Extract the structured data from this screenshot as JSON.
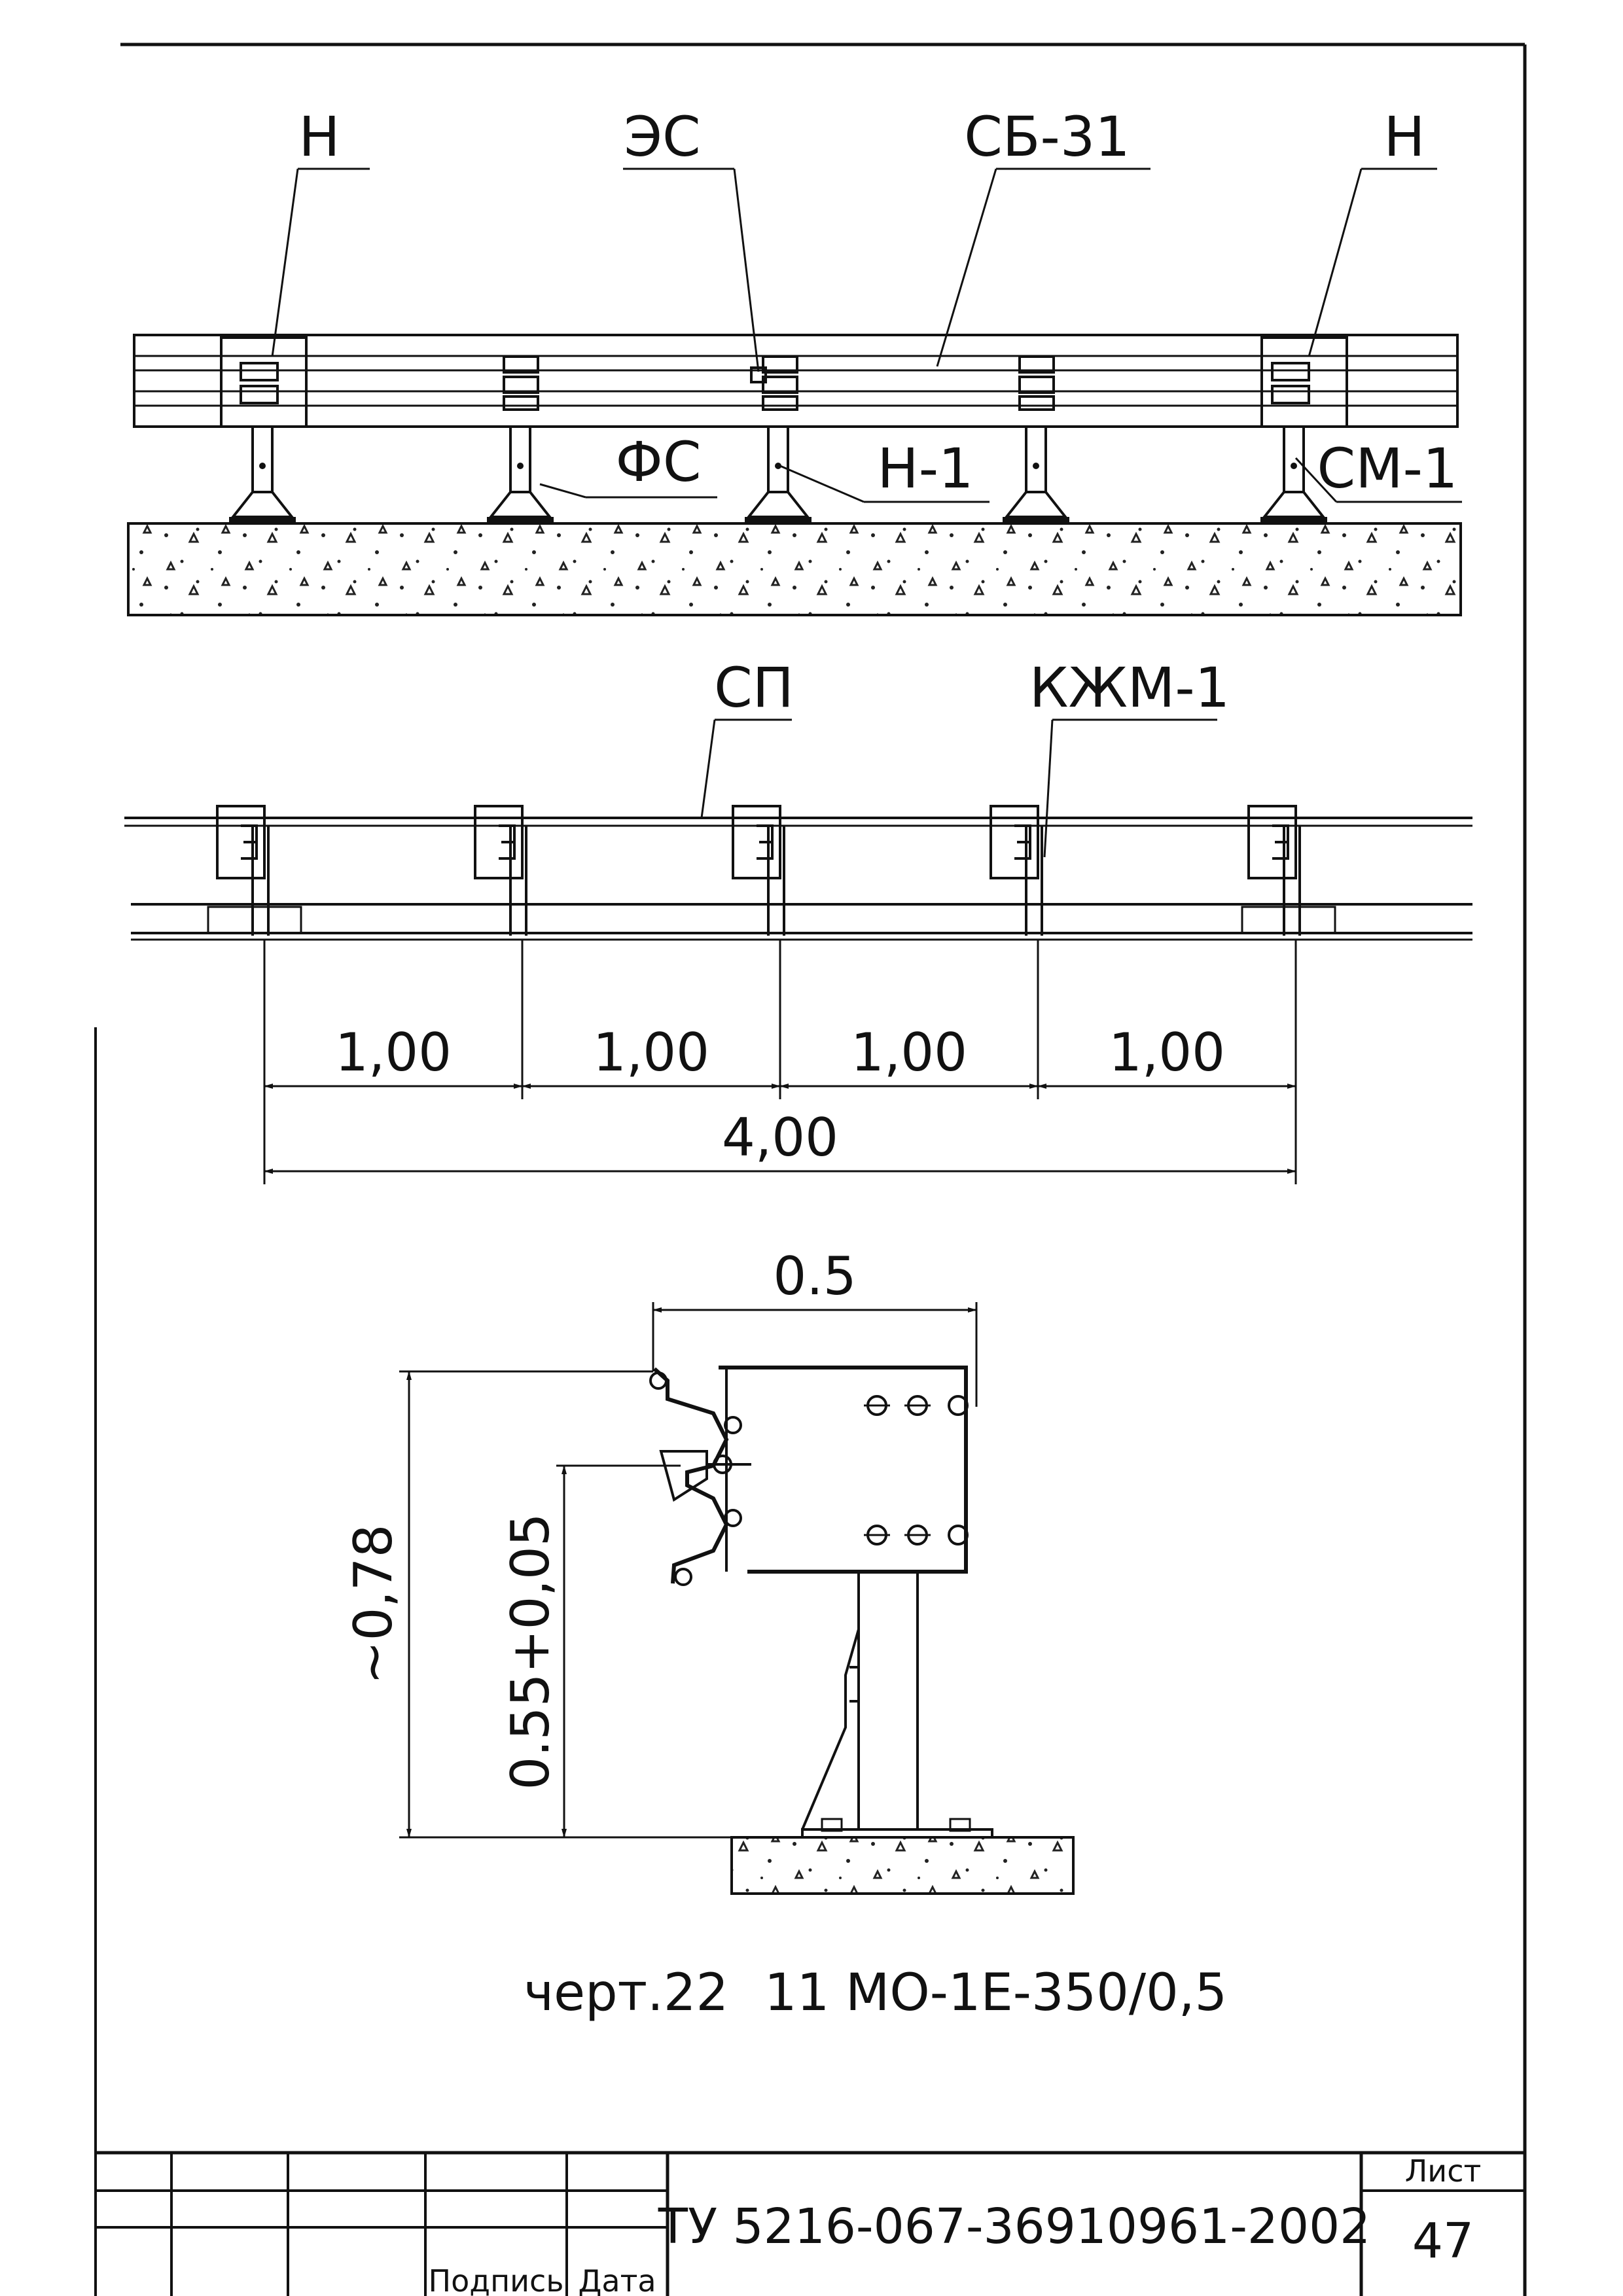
{
  "labels": {
    "n_left": "Н",
    "es": "ЭС",
    "sb31": "СБ-31",
    "n_right": "Н",
    "fs": "ФС",
    "n1": "Н-1",
    "sm1": "СМ-1",
    "sp": "СП",
    "kzhm1": "КЖМ-1"
  },
  "plan_dimensions": {
    "spans": [
      "1,00",
      "1,00",
      "1,00",
      "1,00"
    ],
    "total": "4,00"
  },
  "section_dimensions": {
    "width": "0.5",
    "height_total": "~0,78",
    "height_beam": "0.55+0,05"
  },
  "caption": {
    "drawing_no": "черт.22",
    "designation": "11 МО-1Е-350/0,5"
  },
  "title_block": {
    "document": "ТУ 5216-067-36910961-2002",
    "sheet_label": "Лист",
    "sheet_number": "47",
    "col_sign": "Подпись",
    "col_date": "Дата"
  }
}
